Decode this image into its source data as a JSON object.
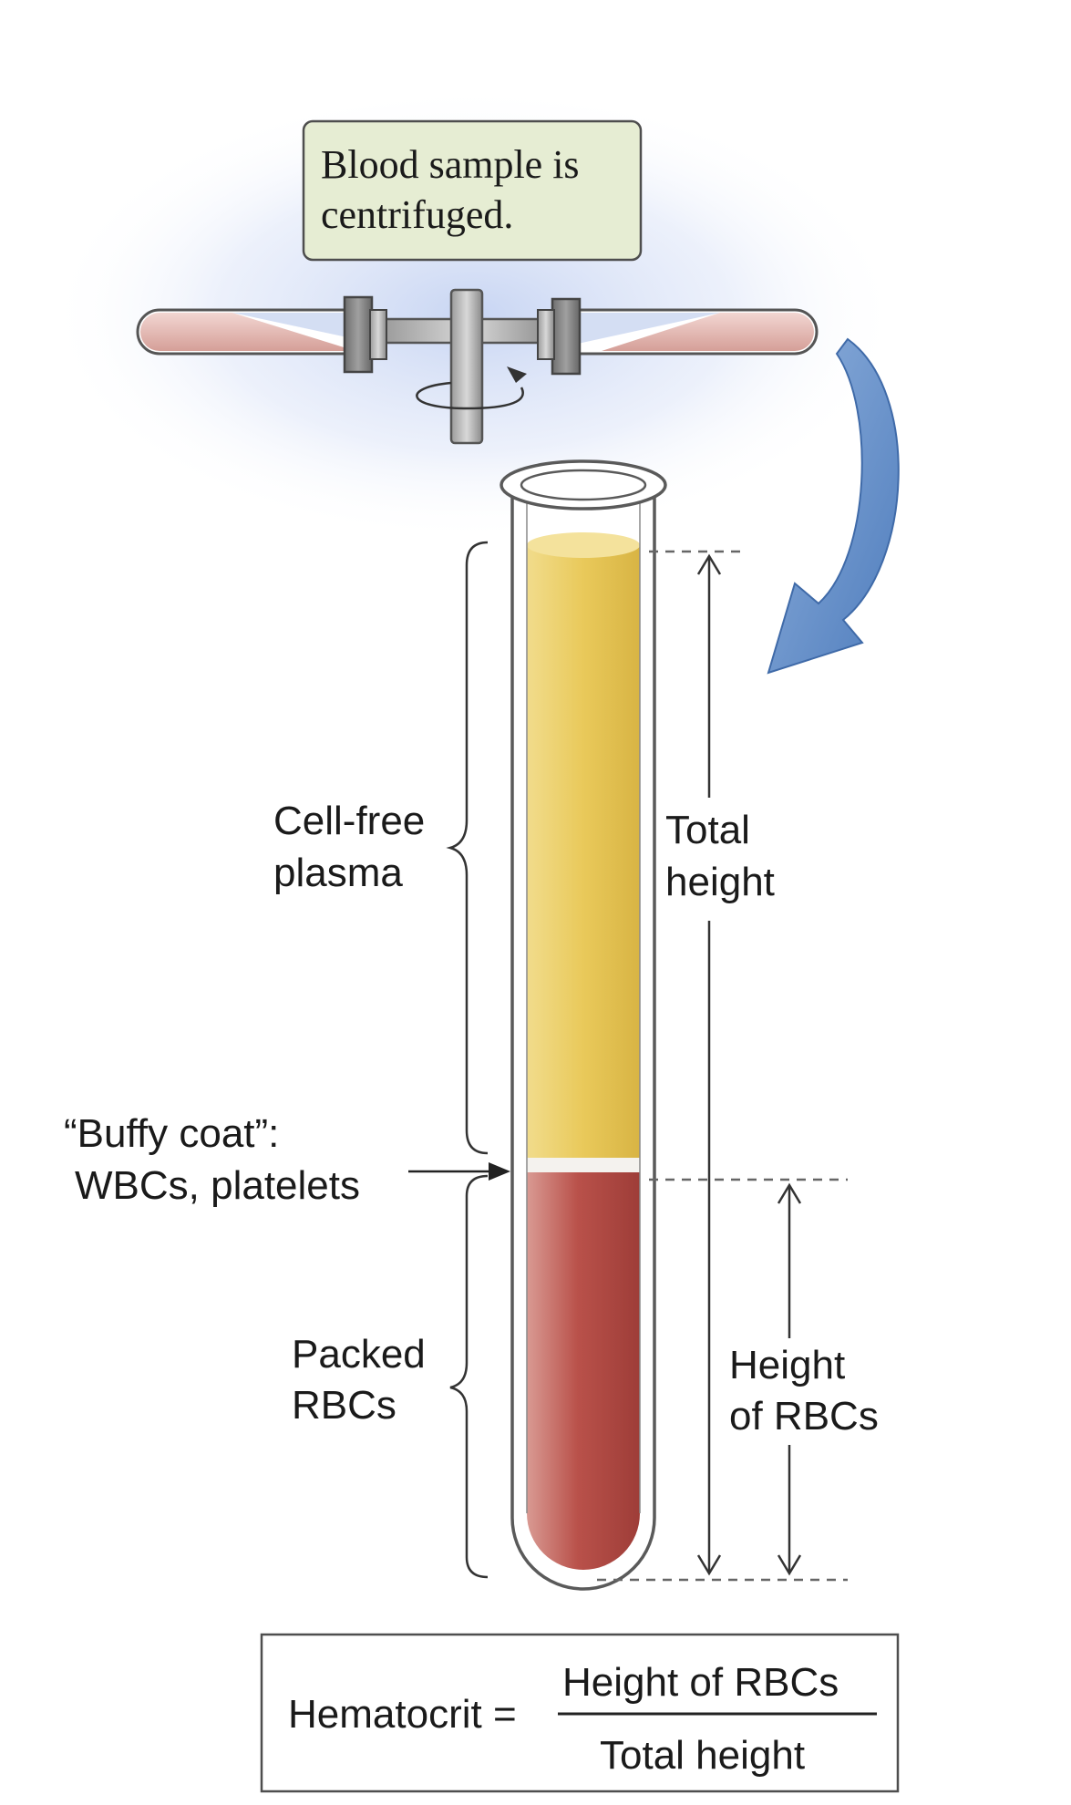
{
  "caption_box": {
    "line1": "Blood sample is",
    "line2": "centrifuged."
  },
  "labels": {
    "plasma_line1": "Cell-free",
    "plasma_line2": "plasma",
    "buffy_line1": "“Buffy coat”:",
    "buffy_line2": "WBCs, platelets",
    "rbc_line1": "Packed",
    "rbc_line2": "RBCs",
    "total_line1": "Total",
    "total_line2": "height",
    "rbc_height_line1": "Height",
    "rbc_height_line2": "of RBCs"
  },
  "formula": {
    "lhs": "Hematocrit =",
    "numerator": "Height of RBCs",
    "denominator": "Total height"
  },
  "colors": {
    "plasma": "#e9c95a",
    "rbc": "#b9514a",
    "arrow": "#5d89c4",
    "box_fill": "#e6edd3",
    "halo": "#c5d3f2"
  }
}
